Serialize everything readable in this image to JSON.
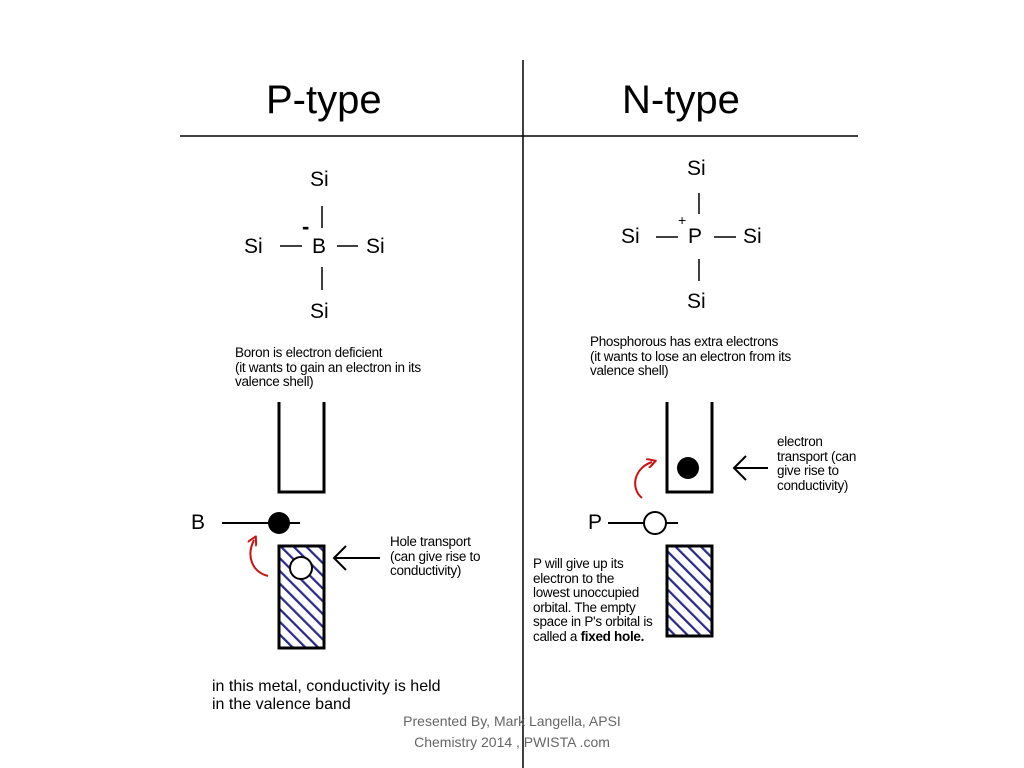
{
  "p_type": {
    "title": "P-type",
    "structure": {
      "top": "Si",
      "left": "Si",
      "center": "B",
      "right": "Si",
      "bottom": "Si",
      "charge": "-"
    },
    "description": [
      "Boron is electron deficient",
      "(it wants to gain an electron in its",
      "valence shell)"
    ],
    "level_label": "B",
    "annotation": [
      "Hole transport",
      "(can give rise to",
      "conductivity)"
    ],
    "caption": [
      "in this metal, conductivity is held",
      "in the valence band"
    ]
  },
  "n_type": {
    "title": "N-type",
    "structure": {
      "top": "Si",
      "left": "Si",
      "center": "P",
      "right": "Si",
      "bottom": "Si",
      "charge": "+"
    },
    "description": [
      "Phosphorous has extra electrons",
      "(it wants to lose an electron from its",
      "valence shell)"
    ],
    "level_label": "P",
    "annotation": [
      "electron",
      "transport (can",
      "give rise to",
      "conductivity)"
    ],
    "side_note": [
      "P will give up its",
      "electron to the",
      "lowest unoccupied",
      "orbital.  The empty",
      "space in P's orbital is"
    ],
    "side_note_last_prefix": "called a ",
    "side_note_last_bold": "fixed hole."
  },
  "footer": {
    "line1": "Presented By, Mark Langella, APSI",
    "line2": "Chemistry 2014 , PWISTA .com"
  },
  "colors": {
    "hatch": "#2b2a8a",
    "arrow_red": "#cc1111",
    "footer_text": "#666666"
  }
}
